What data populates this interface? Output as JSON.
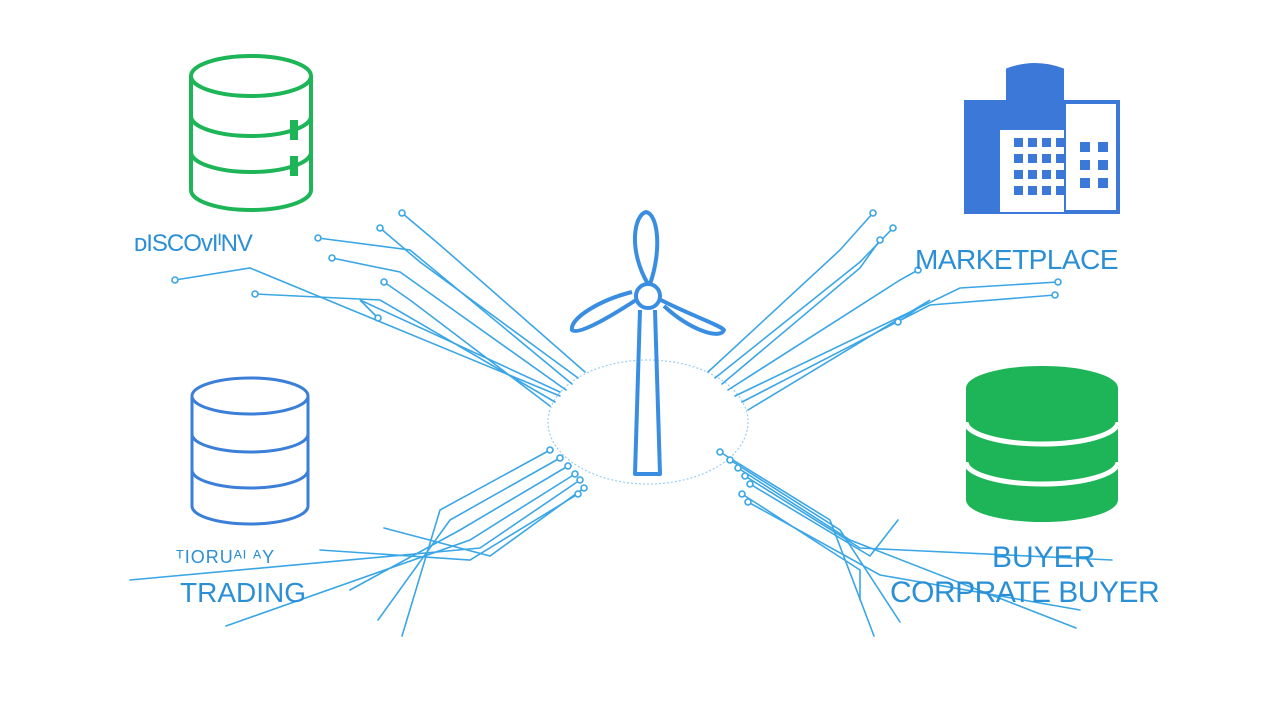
{
  "colors": {
    "circuit": "#3aa6e6",
    "label_blue": "#2b8fd6",
    "green": "#1db557",
    "blue_db": "#3c7fd9",
    "building_blue": "#3b78d8",
    "turbine": "#3a8ee2"
  },
  "nodes": {
    "top_left": {
      "icon": "database-icon",
      "label": "ᴅISCOᴠIᴵNV"
    },
    "top_right": {
      "icon": "building-icon",
      "label": "MARKETPLACE"
    },
    "bottom_left": {
      "icon": "database-icon",
      "label_line1": "ᵀIORUᴬᴵ ᴬY",
      "label_line2": "TRADING"
    },
    "bottom_right": {
      "icon": "database-icon",
      "label_line1": "BUYER",
      "label_line2": "CORPRATE BUYER"
    },
    "center": {
      "icon": "wind-turbine-icon"
    }
  }
}
